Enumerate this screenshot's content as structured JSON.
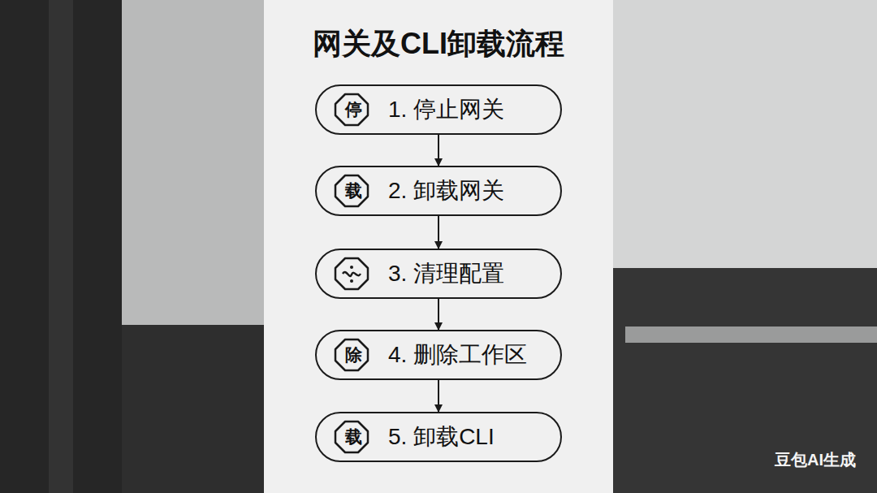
{
  "diagram": {
    "title": "网关及CLI卸载流程",
    "nodes": [
      {
        "text": [
          "停",
          "1. 停止网关"
        ]
      },
      {
        "text": [
          "载",
          "2. 卸载网关"
        ]
      },
      {
        "text": [
          "3. 清理配置"
        ]
      },
      {
        "text": [
          "除",
          "4. 删除工作区"
        ]
      },
      {
        "text": [
          "载",
          "5. 卸载CLI"
        ]
      }
    ],
    "edges": [
      {
        "from": 0,
        "to": 1,
        "arrow": "to"
      },
      {
        "from": 1,
        "to": 2,
        "arrow": "to"
      },
      {
        "from": 2,
        "to": 3,
        "arrow": "to"
      },
      {
        "from": 3,
        "to": 4,
        "arrow": "to"
      }
    ],
    "labels": [
      "豆包AI生成"
    ]
  }
}
